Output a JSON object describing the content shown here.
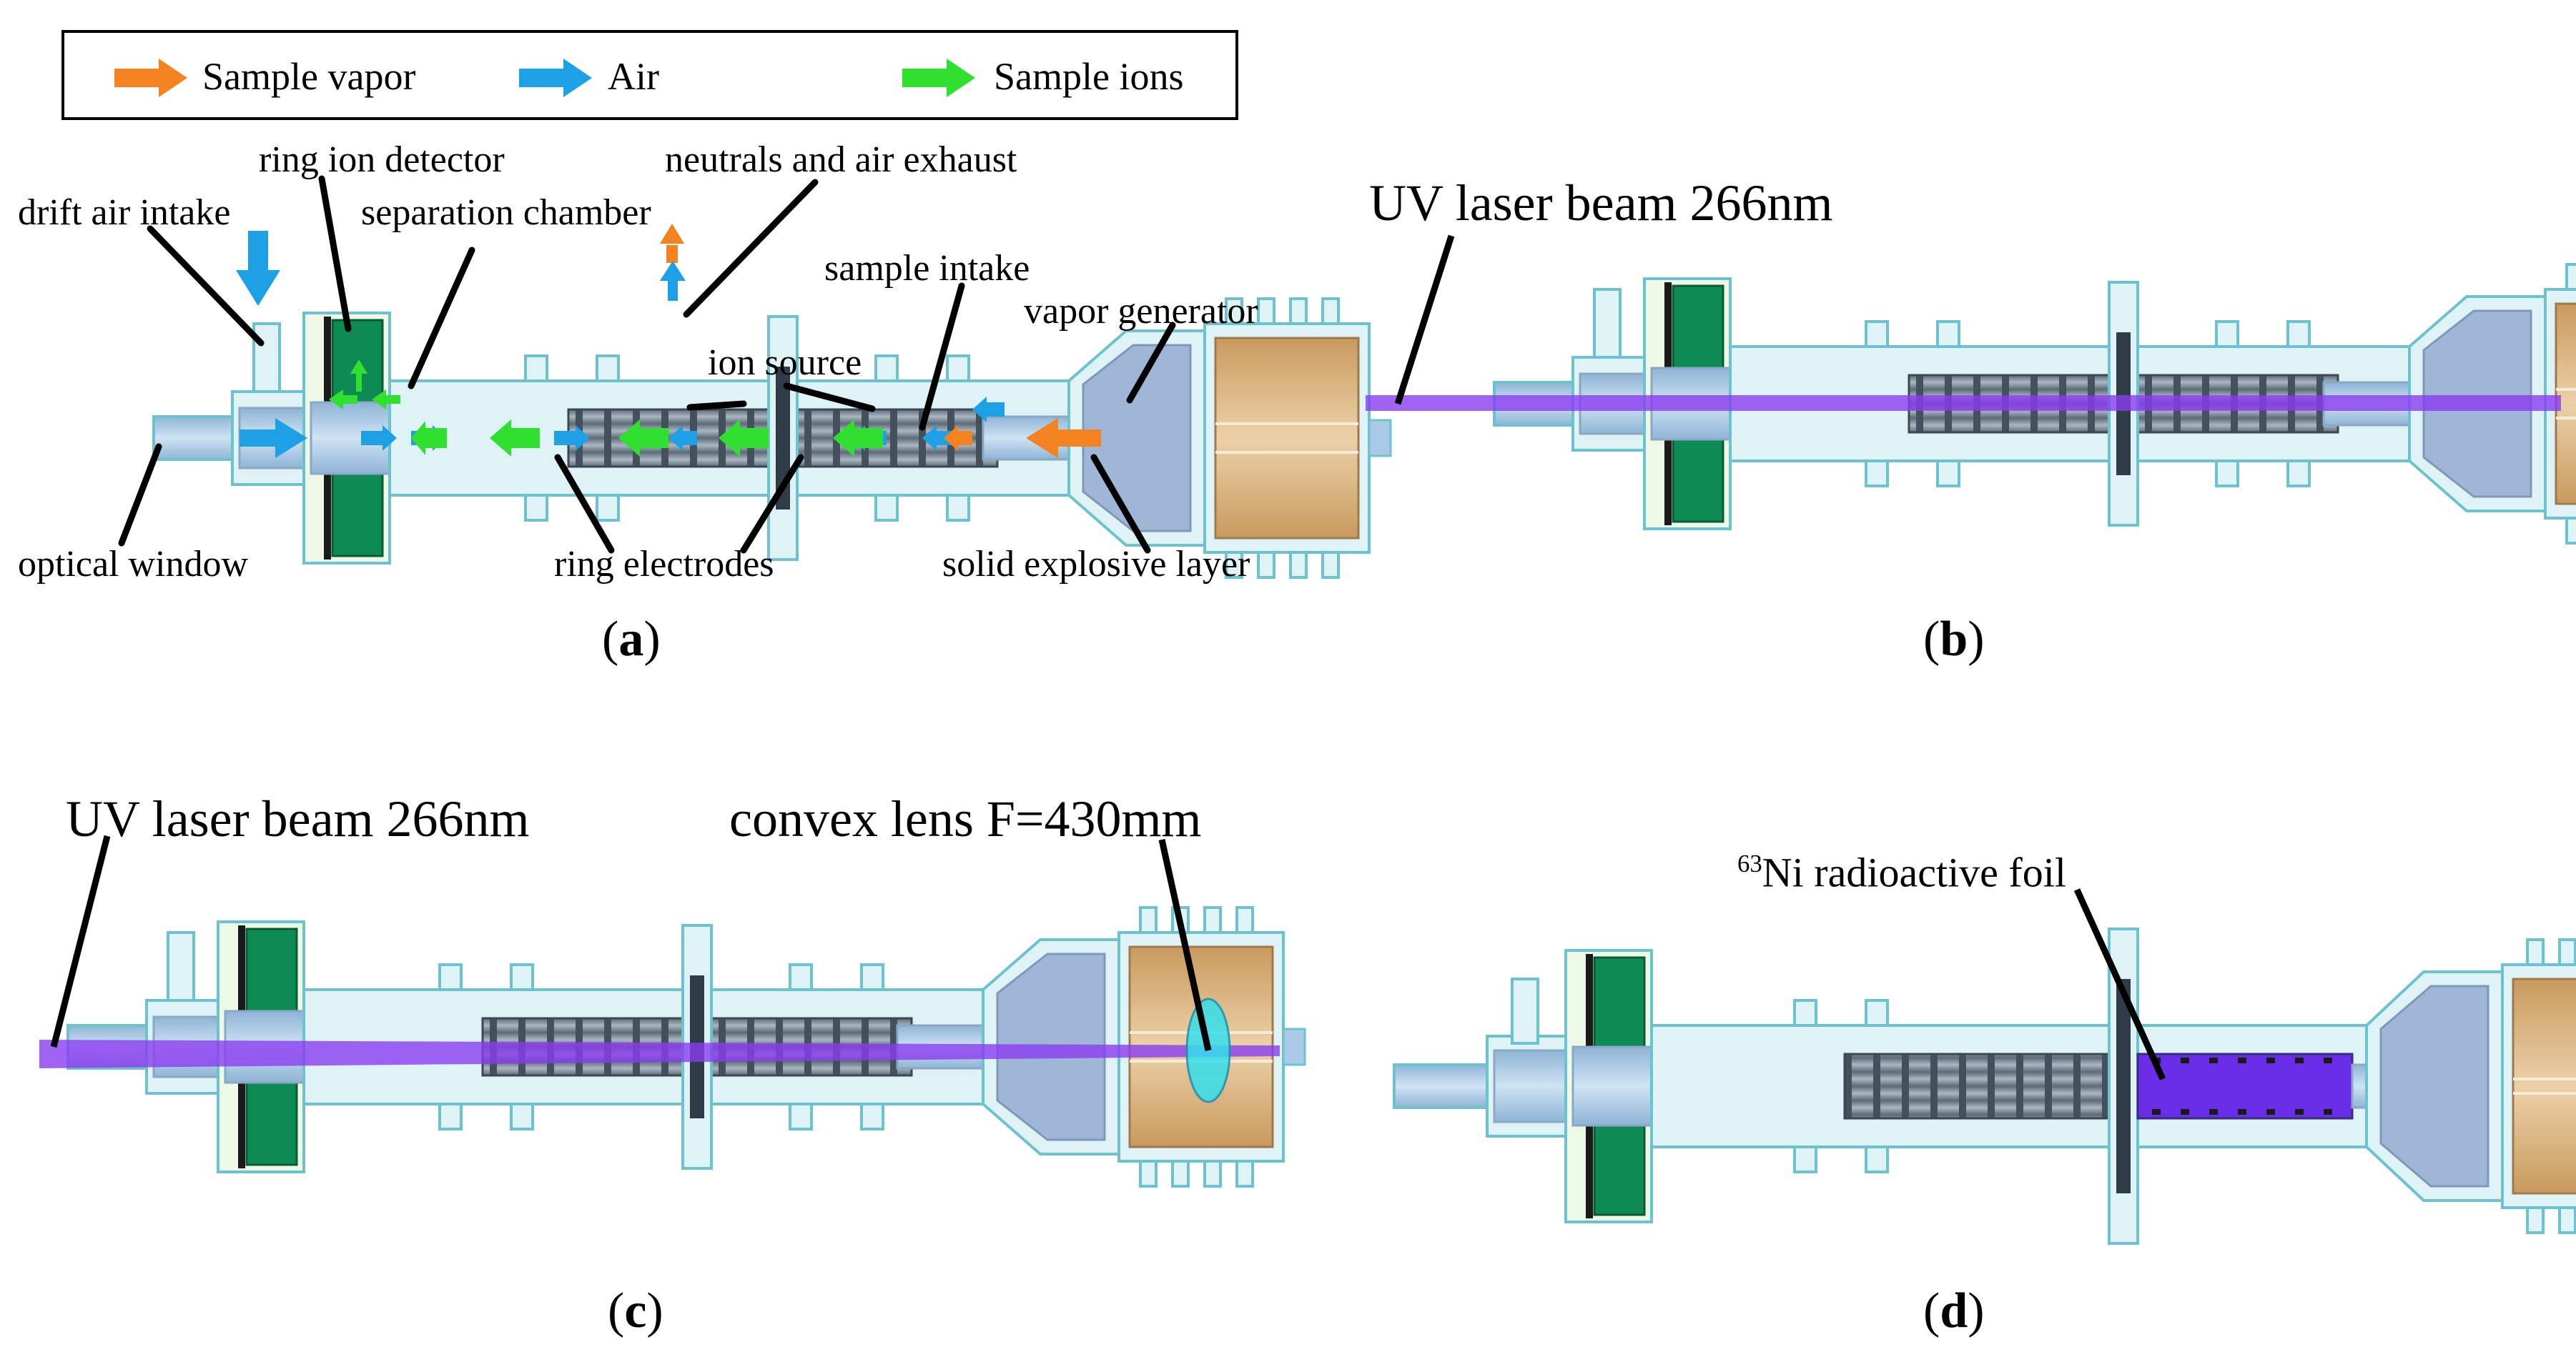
{
  "legend": {
    "items": [
      {
        "label": "Sample vapor",
        "color": "#f58220"
      },
      {
        "label": "Air",
        "color": "#1ea0e6"
      },
      {
        "label": "Sample ions",
        "color": "#2fe02f"
      }
    ]
  },
  "panel_a": {
    "tag": "a",
    "labels": {
      "ring_ion_detector": "ring ion detector",
      "neutrals_exhaust": "neutrals and air exhaust",
      "drift_air_intake": "drift air intake",
      "separation_chamber": "separation chamber",
      "sample_intake": "sample intake",
      "vapor_generator": "vapor generator",
      "ion_source": "ion source",
      "optical_window": "optical window",
      "ring_electrodes": "ring electrodes",
      "solid_explosive_layer": "solid explosive layer"
    }
  },
  "panel_b": {
    "tag": "b",
    "labels": {
      "uv_beam": "UV laser beam 266nm"
    }
  },
  "panel_c": {
    "tag": "c",
    "labels": {
      "uv_beam": "UV laser beam 266nm",
      "lens": "convex lens F=430mm"
    }
  },
  "panel_d": {
    "tag": "d",
    "labels": {
      "isotope": "63",
      "foil": "Ni radioactive foil"
    }
  },
  "colors": {
    "body_fill": "#dff3f7",
    "body_stroke": "#6cc3d0",
    "tube": "#a9c9e6",
    "detector": "#0e8a55",
    "electrodes": "#7e8c99",
    "vapor_block": "#dfb987",
    "laser": "#8a3cf0"
  }
}
